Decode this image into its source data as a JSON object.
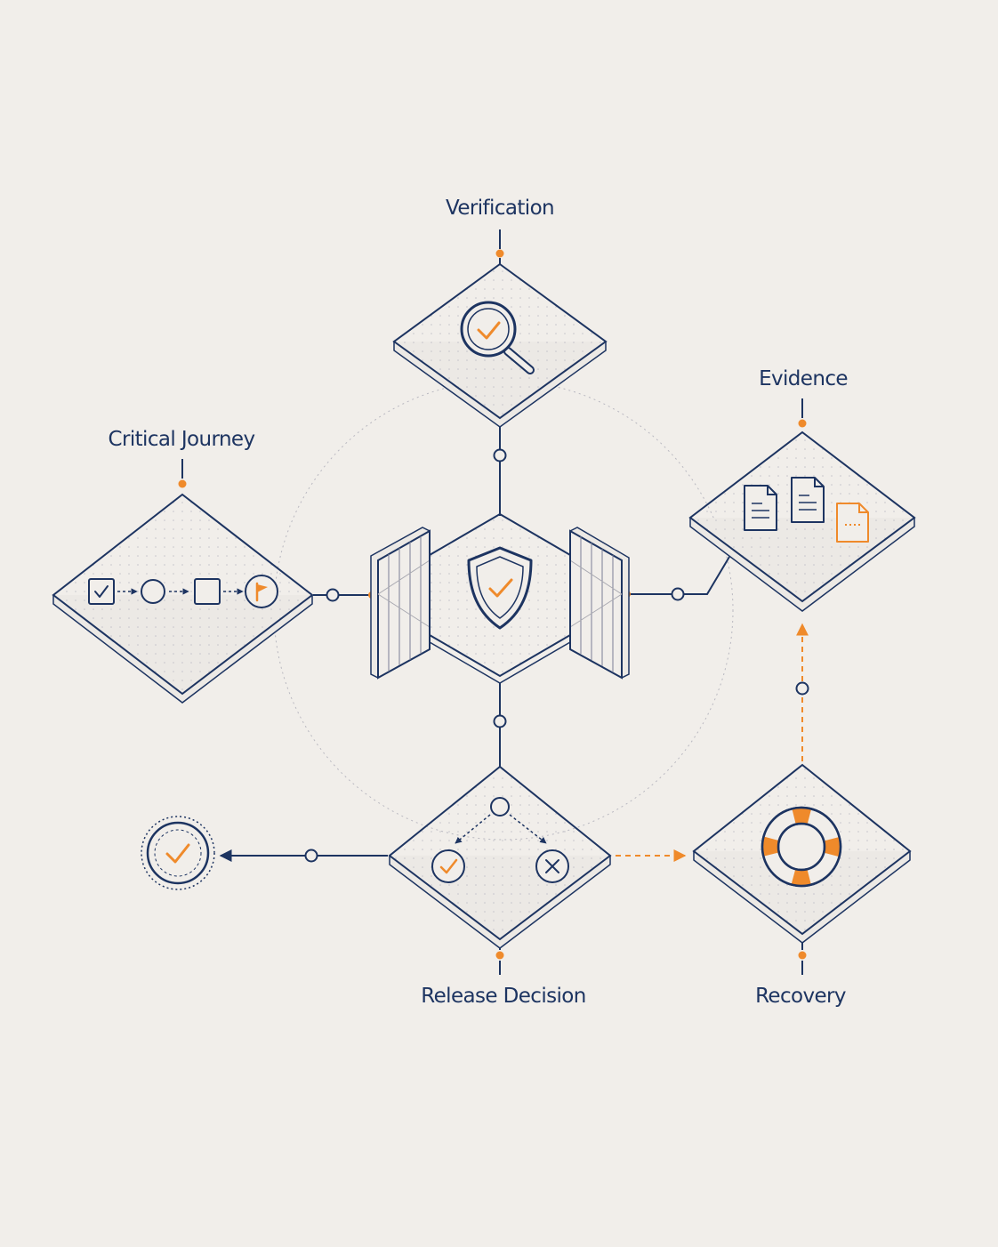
{
  "labels": {
    "verification": "Verification",
    "evidence": "Evidence",
    "critical_journey": "Critical Journey",
    "release_decision": "Release Decision",
    "recovery": "Recovery"
  },
  "colors": {
    "background": "#f1eeea",
    "navy": "#1d3461",
    "orange": "#ef8a2b",
    "grey": "#a9a9b1"
  },
  "icons": {
    "central": "shield-check-icon",
    "verification": "magnifier-check-icon",
    "evidence": "documents-icon",
    "critical_journey": "flow-steps-icon",
    "release_decision": "branch-pass-fail-icon",
    "recovery": "life-ring-icon",
    "outcome": "check-circle-icon"
  }
}
